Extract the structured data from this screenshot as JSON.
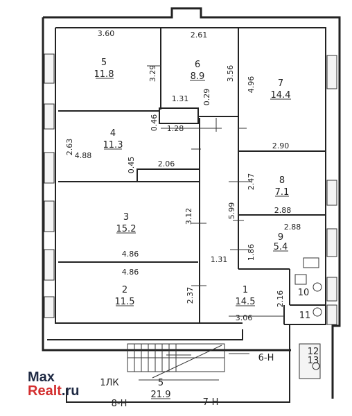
{
  "rooms": [
    {
      "num": "5",
      "area": "11.8"
    },
    {
      "num": "6",
      "area": "8.9"
    },
    {
      "num": "7",
      "area": "14.4"
    },
    {
      "num": "4",
      "area": "11.3"
    },
    {
      "num": "8",
      "area": "7.1"
    },
    {
      "num": "3",
      "area": "15.2"
    },
    {
      "num": "9",
      "area": "5.4"
    },
    {
      "num": "2",
      "area": "11.5"
    },
    {
      "num": "1",
      "area": "14.5"
    },
    {
      "num": "10",
      "area": ""
    },
    {
      "num": "11",
      "area": ""
    },
    {
      "num": "12",
      "area": ""
    },
    {
      "num": "13",
      "area": ""
    },
    {
      "num": "5",
      "area": "21.9"
    }
  ],
  "dimensions": {
    "d1": "3.60",
    "d2": "2.61",
    "d3": "3.29",
    "d4": "3.56",
    "d5": "4.96",
    "d6": "1.31",
    "d7": "0.29",
    "d8": "0.46",
    "d9": "1.28",
    "d10": "2.63",
    "d11": "4.88",
    "d12": "0.45",
    "d13": "2.06",
    "d14": "2.90",
    "d15": "2.47",
    "d16": "5.99",
    "d17": "2.88",
    "d18": "3.12",
    "d19": "2.88",
    "d20": "1.86",
    "d21": "4.86",
    "d22": "4.86",
    "d23": "1.31",
    "d24": "2.37",
    "d25": "2.16",
    "d26": "3.06"
  },
  "labels": {
    "stair": "1ЛК",
    "n6": "6-Н",
    "n7": "7-Н",
    "n8": "8-Н"
  },
  "watermark": {
    "line1": "Max",
    "line2": "Realt.ru"
  }
}
